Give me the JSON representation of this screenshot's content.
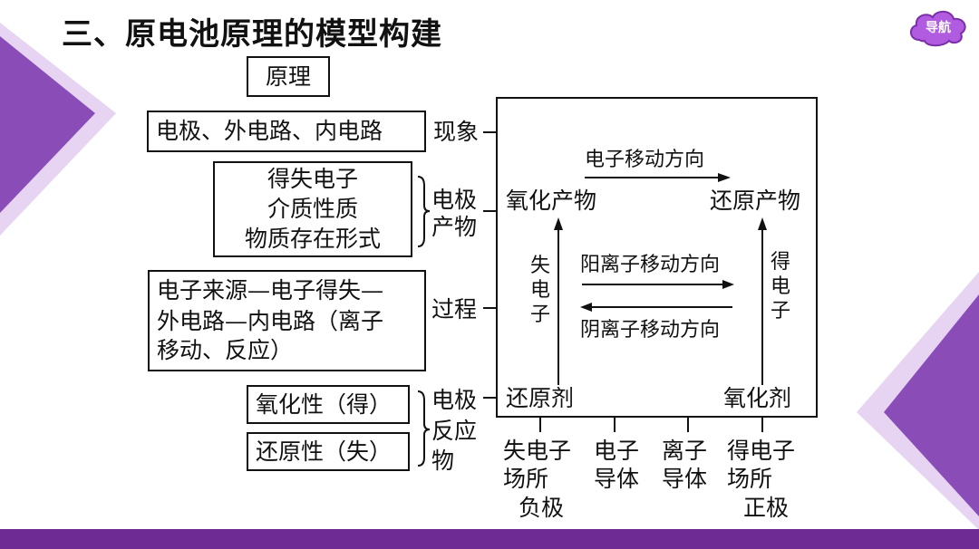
{
  "title": "三、原电池原理的模型构建",
  "nav_label": "导航",
  "colors": {
    "accent": "#6d2b93",
    "nav_fill": "#b05be0",
    "deco": "#7b3fa8"
  },
  "left": {
    "principle": "原理",
    "phenomenon_box": "电极、外电路、内电路",
    "phenomenon_label": "现象",
    "electrode_products_box": [
      "得失电子",
      "介质性质",
      "物质存在形式"
    ],
    "electrode_products_label": [
      "电极",
      "产物"
    ],
    "process_box": [
      "电子来源—电子得失—",
      "外电路—内电路（离子",
      "移动、反应）"
    ],
    "process_label": "过程",
    "reactants_boxes": [
      "氧化性（得）",
      "还原性（失）"
    ],
    "reactants_label": [
      "电极",
      "反应",
      "物"
    ]
  },
  "model": {
    "electron_direction": "电子移动方向",
    "oxidation_product": "氧化产物",
    "reduction_product": "还原产物",
    "lose_electron": "失电子",
    "gain_electron": "得电子",
    "cation_direction": "阳离子移动方向",
    "anion_direction": "阴离子移动方向",
    "reducing_agent": "还原剂",
    "oxidizing_agent": "氧化剂"
  },
  "bottom_labels": [
    [
      "失电子",
      "场所"
    ],
    [
      "电子",
      "导体"
    ],
    [
      "离子",
      "导体"
    ],
    [
      "得电子",
      "场所"
    ]
  ],
  "poles": {
    "negative": "负极",
    "positive": "正极"
  }
}
